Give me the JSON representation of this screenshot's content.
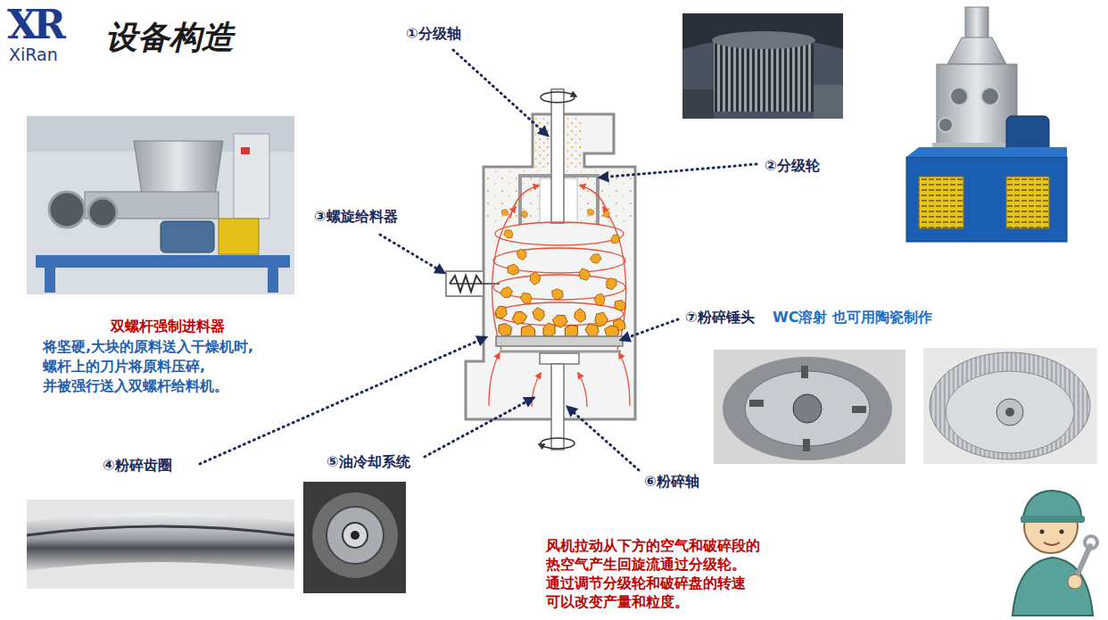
{
  "diagram": {
    "title": "设备构造",
    "labels": [
      "XR",
      "XiRan",
      "①分级轴",
      "②分级轮",
      "③螺旋给料器",
      "双螺杆强制进料器",
      "将坚硬,大块的原料送入干燥机时, 螺杆上的刀片将原料压碎, 并被强行送入双螺杆给料机。",
      "⑦粉碎锤头",
      "WC溶射 也可用陶瓷制作",
      "④粉碎齿圈",
      "⑤油冷却系统",
      "⑥粉碎轴",
      "风机拉动从下方的空气和破碎段的 热空气产生回旋流通过分级轮。 通过调节分级轮和破碎盘的转速 可以改变产量和粒度。"
    ]
  }
}
